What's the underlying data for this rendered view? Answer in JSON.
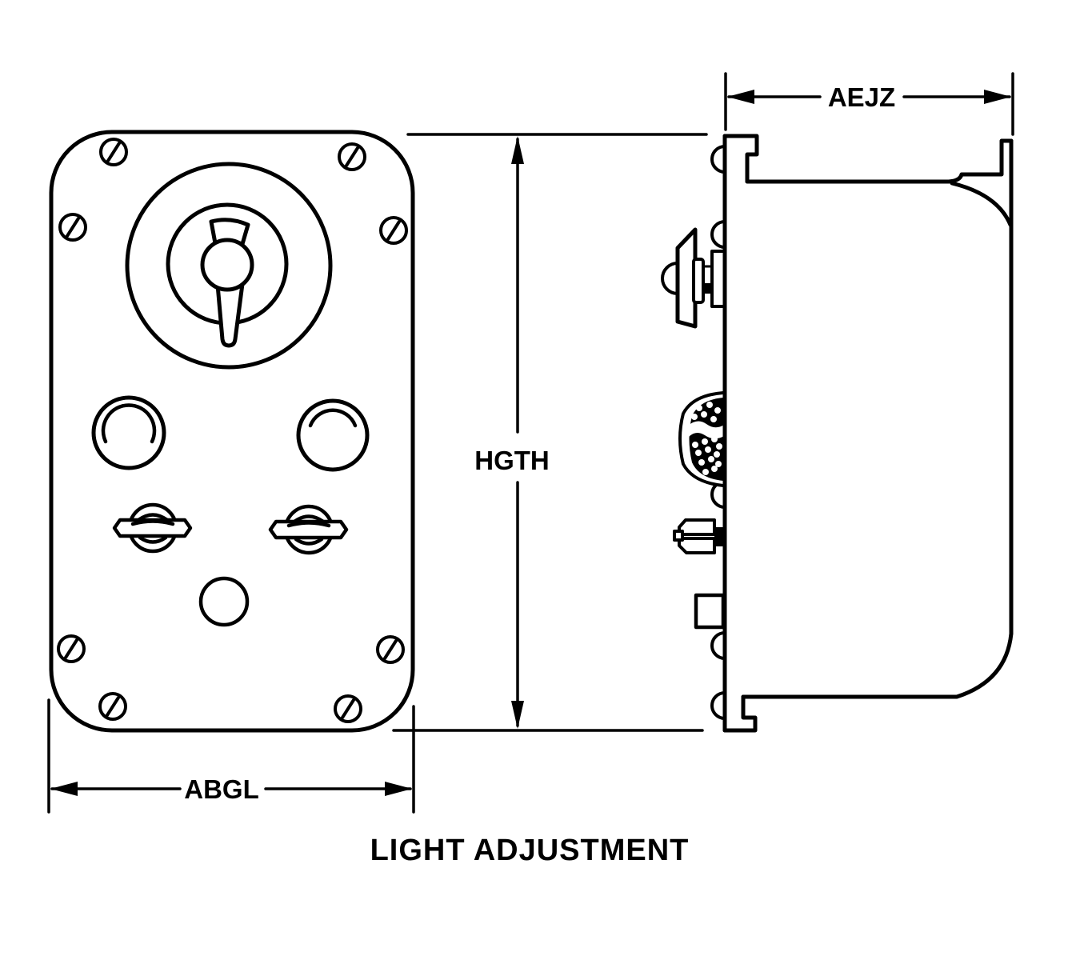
{
  "title": "LIGHT ADJUSTMENT",
  "dimensions": {
    "front_width_label": "ABGL",
    "height_label": "HGTH",
    "side_width_label": "AEJZ"
  },
  "colors": {
    "line": "#000000",
    "background": "#ffffff"
  }
}
